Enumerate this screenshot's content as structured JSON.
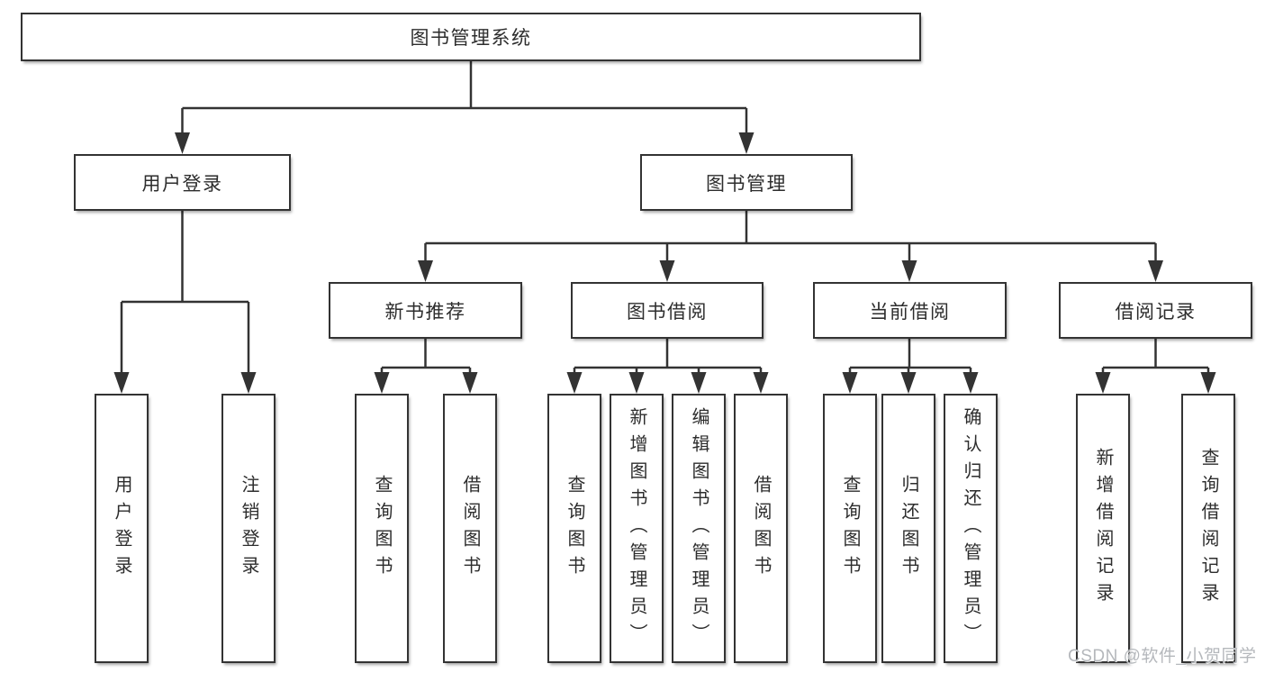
{
  "diagram": {
    "root": {
      "label": "图书管理系统"
    },
    "level2": [
      {
        "label": "用户登录"
      },
      {
        "label": "图书管理"
      }
    ],
    "level3": [
      {
        "label": "新书推荐"
      },
      {
        "label": "图书借阅"
      },
      {
        "label": "当前借阅"
      },
      {
        "label": "借阅记录"
      }
    ],
    "leaves": [
      {
        "label": "用户登录",
        "parent": "用户登录"
      },
      {
        "label": "注销登录",
        "parent": "用户登录"
      },
      {
        "label": "查询图书",
        "parent": "新书推荐"
      },
      {
        "label": "借阅图书",
        "parent": "新书推荐"
      },
      {
        "label": "查询图书",
        "parent": "图书借阅"
      },
      {
        "label": "新增图书（管理员）",
        "parent": "图书借阅"
      },
      {
        "label": "编辑图书（管理员）",
        "parent": "图书借阅"
      },
      {
        "label": "借阅图书",
        "parent": "图书借阅"
      },
      {
        "label": "查询图书",
        "parent": "当前借阅"
      },
      {
        "label": "归还图书",
        "parent": "当前借阅"
      },
      {
        "label": "确认归还（管理员）",
        "parent": "当前借阅"
      },
      {
        "label": "新增借阅记录",
        "parent": "借阅记录"
      },
      {
        "label": "查询借阅记录",
        "parent": "借阅记录"
      }
    ]
  },
  "watermark": {
    "text": "CSDN @软件_小贺同学"
  },
  "colors": {
    "line": "#333333",
    "border": "#333333",
    "text": "#2d2d2d",
    "background": "#ffffff",
    "watermark": "#b5b8bc"
  }
}
